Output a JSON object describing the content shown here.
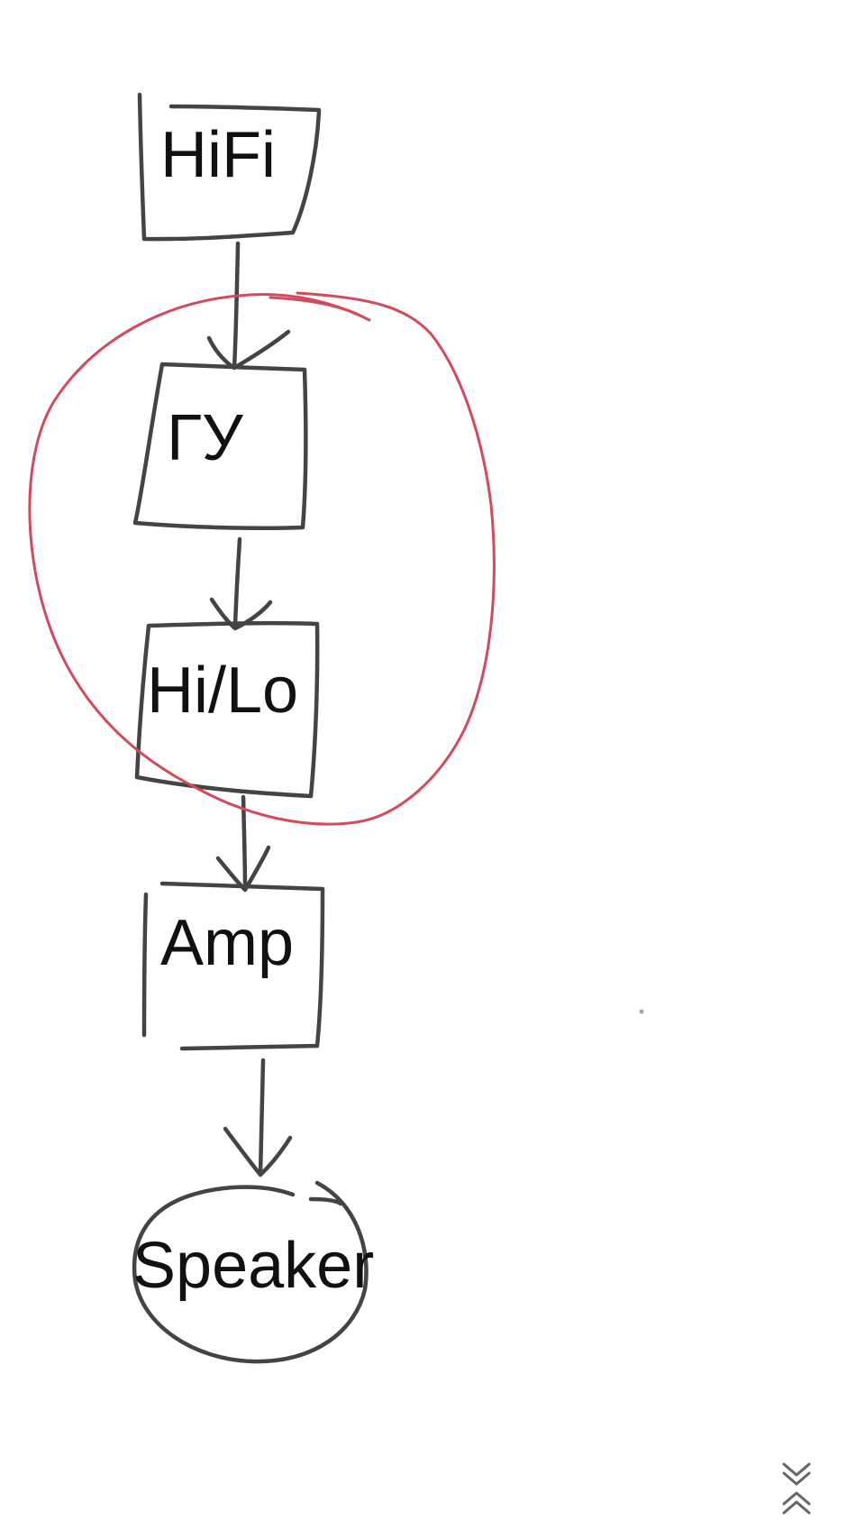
{
  "diagram": {
    "nodes": [
      {
        "id": "hifi",
        "label": "HiFi",
        "shape": "box"
      },
      {
        "id": "gu",
        "label": "ГУ",
        "shape": "box"
      },
      {
        "id": "hilo",
        "label": "Hi/Lo",
        "shape": "box"
      },
      {
        "id": "amp",
        "label": "Amp",
        "shape": "box"
      },
      {
        "id": "speaker",
        "label": "Speaker",
        "shape": "circle"
      }
    ],
    "edges": [
      {
        "from": "hifi",
        "to": "gu"
      },
      {
        "from": "gu",
        "to": "hilo"
      },
      {
        "from": "hilo",
        "to": "amp"
      },
      {
        "from": "amp",
        "to": "speaker"
      }
    ],
    "group_highlight": {
      "members": [
        "gu",
        "hilo"
      ],
      "color": "#d44a5c"
    },
    "stroke_color": "#444444"
  },
  "controls": {
    "scroll_chevrons": "double-chevron-icon"
  }
}
